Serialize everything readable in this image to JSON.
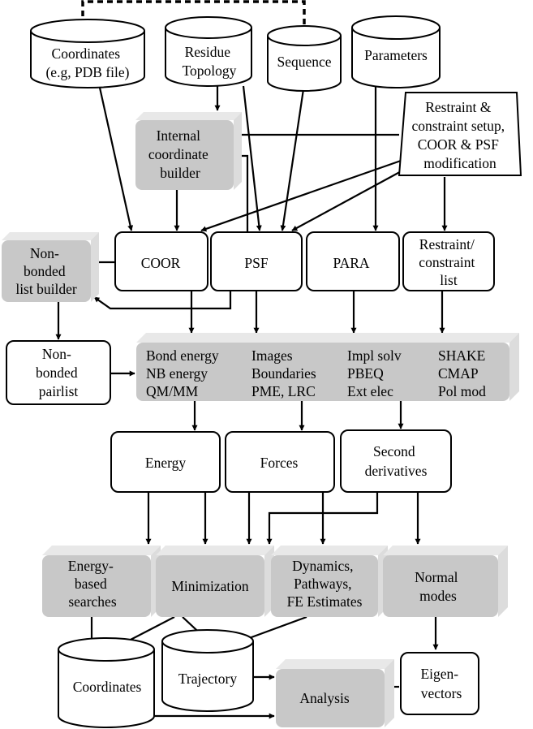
{
  "nodes": {
    "coordinates_in": [
      "Coordinates",
      "(e.g, PDB file)"
    ],
    "residue_topology": [
      "Residue",
      "Topology"
    ],
    "sequence": [
      "Sequence"
    ],
    "parameters": [
      "Parameters"
    ],
    "internal_coord_builder": [
      "Internal",
      "coordinate",
      "builder"
    ],
    "restraint_setup": [
      "Restraint &",
      "constraint setup,",
      "COOR & PSF",
      "modification"
    ],
    "nonbonded_list_builder": [
      "Non-",
      "bonded",
      "list builder"
    ],
    "coor": [
      "COOR"
    ],
    "psf": [
      "PSF"
    ],
    "para": [
      "PARA"
    ],
    "restraint_list": [
      "Restraint/",
      "constraint",
      "list"
    ],
    "nonbonded_pairlist": [
      "Non-",
      "bonded",
      "pairlist"
    ],
    "energy_terms": {
      "col1": [
        "Bond energy",
        "NB energy",
        "QM/MM"
      ],
      "col2": [
        "Images",
        "Boundaries",
        "PME, LRC"
      ],
      "col3": [
        "Impl solv",
        "PBEQ",
        "Ext elec"
      ],
      "col4": [
        "SHAKE",
        "CMAP",
        "Pol mod"
      ]
    },
    "energy": [
      "Energy"
    ],
    "forces": [
      "Forces"
    ],
    "second_derivatives": [
      "Second",
      "derivatives"
    ],
    "energy_searches": [
      "Energy-",
      "based",
      "searches"
    ],
    "minimization": [
      "Minimization"
    ],
    "dynamics": [
      "Dynamics,",
      "Pathways,",
      "FE Estimates"
    ],
    "normal_modes": [
      "Normal",
      "modes"
    ],
    "coordinates_out": [
      "Coordinates"
    ],
    "trajectory": [
      "Trajectory"
    ],
    "analysis": [
      "Analysis"
    ],
    "eigenvectors": [
      "Eigen-",
      "vectors"
    ]
  },
  "colors": {
    "gray_box": "#c8c8c8",
    "line": "#000000",
    "background": "#ffffff"
  }
}
